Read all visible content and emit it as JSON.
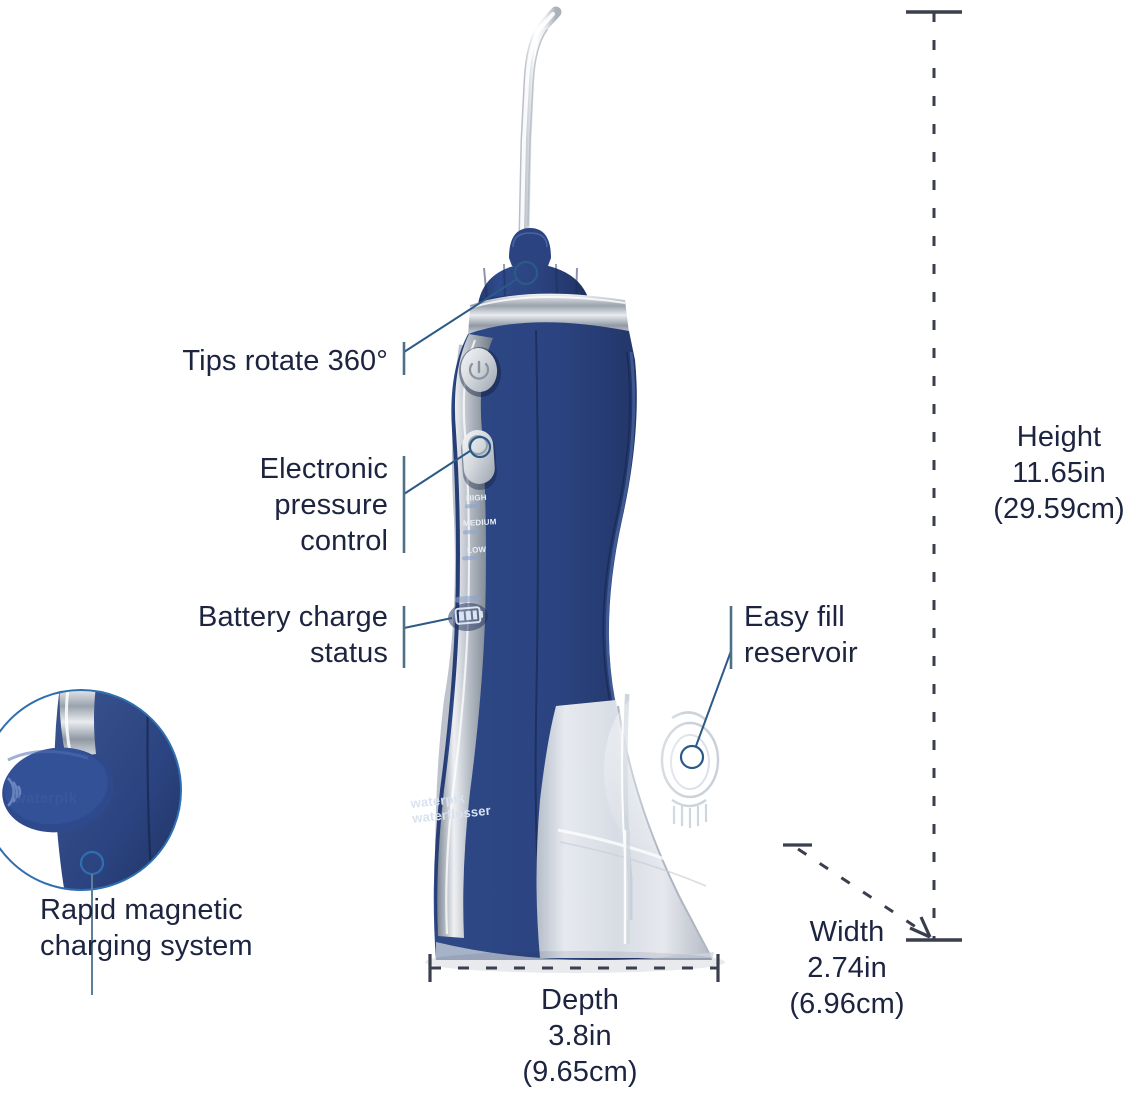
{
  "product": {
    "brand_line_1": "waterpik",
    "brand_line_2": "waterflosser",
    "inset_brand": "waterpik",
    "device_color": "#2b4380",
    "device_color_dark": "#1d2f5c",
    "device_color_light": "#3f5d9e",
    "chrome_color": "#c9ced6",
    "reservoir_color": "#e6e9ee"
  },
  "theme": {
    "text_color": "#1d2440",
    "leader_line_color": "#2f5f8f",
    "dimension_line_color": "#3a3f4d",
    "inset_ring_color": "#2f6fb0",
    "background": "#ffffff"
  },
  "device_labels": {
    "pressure_high": "HIGH",
    "pressure_medium": "MEDIUM",
    "pressure_low": "LOW",
    "battery_icon": "battery-three-bar-icon"
  },
  "callouts": [
    {
      "id": "tips-rotate",
      "text": "Tips rotate 360°",
      "align": "right"
    },
    {
      "id": "pressure-control",
      "text": "Electronic\npressure\ncontrol",
      "align": "right"
    },
    {
      "id": "battery-status",
      "text": "Battery charge\nstatus",
      "align": "right"
    },
    {
      "id": "easy-fill-reservoir",
      "text": "Easy fill\nreservoir",
      "align": "left"
    },
    {
      "id": "magnetic-charging",
      "text": "Rapid magnetic\ncharging system",
      "align": "left"
    }
  ],
  "dimensions": {
    "height": {
      "label": "Height",
      "inches": "11.65in",
      "centimeters": "(29.59cm)",
      "text": "Height\n11.65in\n(29.59cm)"
    },
    "width": {
      "label": "Width",
      "inches": "2.74in",
      "centimeters": "(6.96cm)",
      "text": "Width\n2.74in\n(6.96cm)"
    },
    "depth": {
      "label": "Depth",
      "inches": "3.8in",
      "centimeters": "(9.65cm)",
      "text": "Depth\n3.8in\n(9.65cm)"
    }
  }
}
